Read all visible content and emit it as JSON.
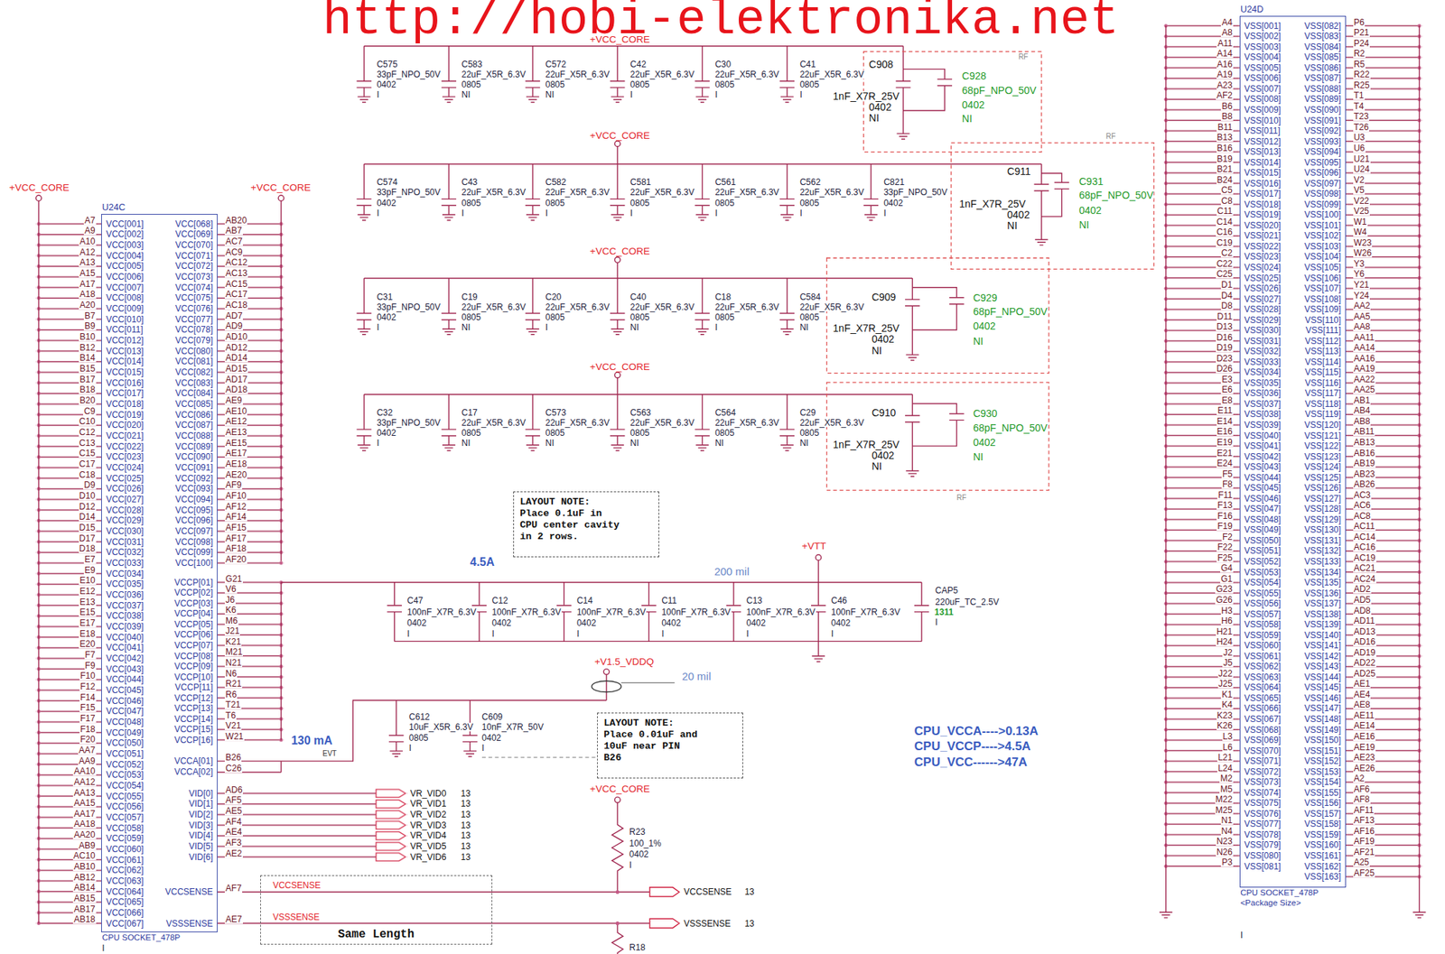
{
  "diagram": {
    "nodes": [
      {
        "text": [
          "U24C",
          "CPU SOCKET_478P"
        ]
      },
      {
        "text": [
          "U24D",
          "CPU SOCKET_478P",
          "<Package Size>"
        ]
      },
      {
        "text": [
          "LAYOUT NOTE:",
          "Place 0.1uF in CPU center cavity in 2 rows."
        ]
      },
      {
        "text": [
          "LAYOUT NOTE:",
          "Place 0.01uF and 10uF near PIN B26"
        ]
      },
      {
        "text": [
          "Same Length"
        ]
      }
    ],
    "labels": [
      "http://hobi-elektronika.net",
      "+VCC_CORE",
      "C575",
      "33pF_NPO_50V",
      "0402",
      "I",
      "C583",
      "22uF_X5R_6.3V",
      "0805",
      "NI",
      "C572",
      "22uF_X5R_6.3V",
      "0805",
      "NI",
      "C42",
      "22uF_X5R_6.3V",
      "0805",
      "I",
      "C30",
      "22uF_X5R_6.3V",
      "0805",
      "I",
      "C41",
      "22uF_X5R_6.3V",
      "0805",
      "I",
      "C908",
      "1nF_X7R_25V",
      "0402",
      "NI",
      "C928",
      "68pF_NPO_50V",
      "0402",
      "NI",
      "RF",
      "+VCC_CORE",
      "C574",
      "33pF_NPO_50V",
      "0402",
      "I",
      "C43",
      "22uF_X5R_6.3V",
      "0805",
      "I",
      "C582",
      "22uF_X5R_6.3V",
      "0805",
      "I",
      "C581",
      "22uF_X5R_6.3V",
      "0805",
      "I",
      "C561",
      "22uF_X5R_6.3V",
      "0805",
      "I",
      "C562",
      "22uF_X5R_6.3V",
      "0805",
      "I",
      "C821",
      "33pF_NPO_50V",
      "0402",
      "I",
      "C911",
      "1nF_X7R_25V",
      "0402",
      "NI",
      "C931",
      "68pF_NPO_50V",
      "0402",
      "NI",
      "RF",
      "+VCC_CORE",
      "C31",
      "33pF_NPO_50V",
      "0402",
      "I",
      "C19",
      "22uF_X5R_6.3V",
      "0805",
      "NI",
      "C20",
      "22uF_X5R_6.3V",
      "0805",
      "I",
      "C40",
      "22uF_X5R_6.3V",
      "0805",
      "NI",
      "C18",
      "22uF_X5R_6.3V",
      "0805",
      "I",
      "C584",
      "22uF_X5R_6.3V",
      "0805",
      "NI",
      "C909",
      "1nF_X7R_25V",
      "0402",
      "NI",
      "C929",
      "68pF_NPO_50V",
      "0402",
      "NI",
      "+VCC_CORE",
      "C32",
      "33pF_NPO_50V",
      "0402",
      "I",
      "C17",
      "22uF_X5R_6.3V",
      "0805",
      "NI",
      "C573",
      "22uF_X5R_6.3V",
      "0805",
      "NI",
      "C563",
      "22uF_X5R_6.3V",
      "0805",
      "NI",
      "C564",
      "22uF_X5R_6.3V",
      "0805",
      "NI",
      "C29",
      "22uF_X5R_6.3V",
      "0805",
      "NI",
      "C910",
      "1nF_X7R_25V",
      "0402",
      "NI",
      "C930",
      "68pF_NPO_50V",
      "0402",
      "NI",
      "RF",
      "4.5A",
      "+VTT",
      "200 mil",
      "C47",
      "100nF_X7R_6.3V",
      "0402",
      "I",
      "C12",
      "100nF_X7R_6.3V",
      "0402",
      "I",
      "C14",
      "100nF_X7R_6.3V",
      "0402",
      "I",
      "C11",
      "100nF_X7R_6.3V",
      "0402",
      "I",
      "C13",
      "100nF_X7R_6.3V",
      "0402",
      "I",
      "C46",
      "100nF_X7R_6.3V",
      "0402",
      "I",
      "CAP5",
      "220uF_TC_2.5V",
      "1311",
      "I",
      "+V1.5_VDDQ",
      "20 mil",
      "130 mA",
      "EVT",
      "C612",
      "10uF_X5R_6.3V",
      "0805",
      "I",
      "C609",
      "10nF_X7R_50V",
      "0402",
      "I",
      "+VCC_CORE",
      "+VCC_CORE",
      "A7",
      "VCC[001]",
      "A9",
      "VCC[002]",
      "A10",
      "VCC[003]",
      "A12",
      "VCC[004]",
      "A13",
      "VCC[005]",
      "A15",
      "VCC[006]",
      "A17",
      "VCC[007]",
      "A18",
      "VCC[008]",
      "A20",
      "VCC[009]",
      "B7",
      "VCC[010]",
      "B9",
      "VCC[011]",
      "B10",
      "VCC[012]",
      "B12",
      "VCC[013]",
      "B14",
      "VCC[014]",
      "B15",
      "VCC[015]",
      "B17",
      "VCC[016]",
      "B18",
      "VCC[017]",
      "B20",
      "VCC[018]",
      "C9",
      "VCC[019]",
      "C10",
      "VCC[020]",
      "C12",
      "VCC[021]",
      "C13",
      "VCC[022]",
      "C15",
      "VCC[023]",
      "C17",
      "VCC[024]",
      "C18",
      "VCC[025]",
      "D9",
      "VCC[026]",
      "D10",
      "VCC[027]",
      "D12",
      "VCC[028]",
      "D14",
      "VCC[029]",
      "D15",
      "VCC[030]",
      "D17",
      "VCC[031]",
      "D18",
      "VCC[032]",
      "E7",
      "VCC[033]",
      "E9",
      "VCC[034]",
      "E10",
      "VCC[035]",
      "E12",
      "VCC[036]",
      "E13",
      "VCC[037]",
      "E15",
      "VCC[038]",
      "E17",
      "VCC[039]",
      "E18",
      "VCC[040]",
      "E20",
      "VCC[041]",
      "F7",
      "VCC[042]",
      "F9",
      "VCC[043]",
      "F10",
      "VCC[044]",
      "F12",
      "VCC[045]",
      "F14",
      "VCC[046]",
      "F15",
      "VCC[047]",
      "F17",
      "VCC[048]",
      "F18",
      "VCC[049]",
      "F20",
      "VCC[050]",
      "AA7",
      "VCC[051]",
      "AA9",
      "VCC[052]",
      "AA10",
      "VCC[053]",
      "AA12",
      "VCC[054]",
      "AA13",
      "VCC[055]",
      "AA15",
      "VCC[056]",
      "AA17",
      "VCC[057]",
      "AA18",
      "VCC[058]",
      "AA20",
      "VCC[059]",
      "AB9",
      "VCC[060]",
      "AC10",
      "VCC[061]",
      "AB10",
      "VCC[062]",
      "AB12",
      "VCC[063]",
      "AB14",
      "VCC[064]",
      "AB15",
      "VCC[065]",
      "AB17",
      "VCC[066]",
      "AB18",
      "VCC[067]",
      "VCC[068]",
      "AB20",
      "VCC[069]",
      "AB7",
      "VCC[070]",
      "AC7",
      "VCC[071]",
      "AC9",
      "VCC[072]",
      "AC12",
      "VCC[073]",
      "AC13",
      "VCC[074]",
      "AC15",
      "VCC[075]",
      "AC17",
      "VCC[076]",
      "AC18",
      "VCC[077]",
      "AD7",
      "VCC[078]",
      "AD9",
      "VCC[079]",
      "AD10",
      "VCC[080]",
      "AD12",
      "VCC[081]",
      "AD14",
      "VCC[082]",
      "AD15",
      "VCC[083]",
      "AD17",
      "VCC[084]",
      "AD18",
      "VCC[085]",
      "AE9",
      "VCC[086]",
      "AE10",
      "VCC[087]",
      "AE12",
      "VCC[088]",
      "AE13",
      "VCC[089]",
      "AE15",
      "VCC[090]",
      "AE17",
      "VCC[091]",
      "AE18",
      "VCC[092]",
      "AE20",
      "VCC[093]",
      "AF9",
      "VCC[094]",
      "AF10",
      "VCC[095]",
      "AF12",
      "VCC[096]",
      "AF14",
      "VCC[097]",
      "AF15",
      "VCC[098]",
      "AF17",
      "VCC[099]",
      "AF18",
      "VCC[100]",
      "AF20",
      "VCCP[01]",
      "G21",
      "VCCP[02]",
      "V6",
      "VCCP[03]",
      "J6",
      "VCCP[04]",
      "K6",
      "VCCP[05]",
      "M6",
      "VCCP[06]",
      "J21",
      "VCCP[07]",
      "K21",
      "VCCP[08]",
      "M21",
      "VCCP[09]",
      "N21",
      "VCCP[10]",
      "N6",
      "VCCP[11]",
      "R21",
      "VCCP[12]",
      "R6",
      "VCCP[13]",
      "T21",
      "VCCP[14]",
      "T6",
      "VCCP[15]",
      "V21",
      "VCCP[16]",
      "W21",
      "VCCA[01]",
      "B26",
      "VCCA[02]",
      "C26",
      "VID[0]",
      "AD6",
      "VID[1]",
      "AF5",
      "VID[2]",
      "AE5",
      "VID[3]",
      "AF4",
      "VID[4]",
      "AE4",
      "VID[5]",
      "AF3",
      "VID[6]",
      "AE2",
      "VR_VID0",
      "13",
      "VR_VID1",
      "13",
      "VR_VID2",
      "13",
      "VR_VID3",
      "13",
      "VR_VID4",
      "13",
      "VR_VID5",
      "13",
      "VR_VID6",
      "13",
      "VCCSENSE",
      "AF7",
      "VSSSENSE",
      "AE7",
      "VCCSENSE",
      "VSSSENSE",
      "VCCSENSE",
      "13",
      "VSSSENSE",
      "13",
      "+VCC_CORE",
      "R23",
      "100_1%",
      "0402",
      "I",
      "R18",
      "I",
      "CPU_VCCA---->0.13A",
      "CPU_VCCP---->4.5A",
      "CPU_VCC------>47A",
      "A4",
      "VSS[001]",
      "A8",
      "VSS[002]",
      "A11",
      "VSS[003]",
      "A14",
      "VSS[004]",
      "A16",
      "VSS[005]",
      "A19",
      "VSS[006]",
      "A23",
      "VSS[007]",
      "AF2",
      "VSS[008]",
      "B6",
      "VSS[009]",
      "B8",
      "VSS[010]",
      "B11",
      "VSS[011]",
      "B13",
      "VSS[012]",
      "B16",
      "VSS[013]",
      "B19",
      "VSS[014]",
      "B21",
      "VSS[015]",
      "B24",
      "VSS[016]",
      "C5",
      "VSS[017]",
      "C8",
      "VSS[018]",
      "C11",
      "VSS[019]",
      "C14",
      "VSS[020]",
      "C16",
      "VSS[021]",
      "C19",
      "VSS[022]",
      "C2",
      "VSS[023]",
      "C22",
      "VSS[024]",
      "C25",
      "VSS[025]",
      "D1",
      "VSS[026]",
      "D4",
      "VSS[027]",
      "D8",
      "VSS[028]",
      "D11",
      "VSS[029]",
      "D13",
      "VSS[030]",
      "D16",
      "VSS[031]",
      "D19",
      "VSS[032]",
      "D23",
      "VSS[033]",
      "D26",
      "VSS[034]",
      "E3",
      "VSS[035]",
      "E6",
      "VSS[036]",
      "E8",
      "VSS[037]",
      "E11",
      "VSS[038]",
      "E14",
      "VSS[039]",
      "E16",
      "VSS[040]",
      "E19",
      "VSS[041]",
      "E21",
      "VSS[042]",
      "E24",
      "VSS[043]",
      "F5",
      "VSS[044]",
      "F8",
      "VSS[045]",
      "F11",
      "VSS[046]",
      "F13",
      "VSS[047]",
      "F16",
      "VSS[048]",
      "F19",
      "VSS[049]",
      "F2",
      "VSS[050]",
      "F22",
      "VSS[051]",
      "F25",
      "VSS[052]",
      "G4",
      "VSS[053]",
      "G1",
      "VSS[054]",
      "G23",
      "VSS[055]",
      "G26",
      "VSS[056]",
      "H3",
      "VSS[057]",
      "H6",
      "VSS[058]",
      "H21",
      "VSS[059]",
      "H24",
      "VSS[060]",
      "J2",
      "VSS[061]",
      "J5",
      "VSS[062]",
      "J22",
      "VSS[063]",
      "J25",
      "VSS[064]",
      "K1",
      "VSS[065]",
      "K4",
      "VSS[066]",
      "K23",
      "VSS[067]",
      "K26",
      "VSS[068]",
      "L3",
      "VSS[069]",
      "L6",
      "VSS[070]",
      "L21",
      "VSS[071]",
      "L24",
      "VSS[072]",
      "M2",
      "VSS[073]",
      "M5",
      "VSS[074]",
      "M22",
      "VSS[075]",
      "M25",
      "VSS[076]",
      "N1",
      "VSS[077]",
      "N4",
      "VSS[078]",
      "N23",
      "VSS[079]",
      "N26",
      "VSS[080]",
      "P3",
      "VSS[081]",
      "VSS[082]",
      "P6",
      "VSS[083]",
      "P21",
      "VSS[084]",
      "P24",
      "VSS[085]",
      "R2",
      "VSS[086]",
      "R5",
      "VSS[087]",
      "R22",
      "VSS[088]",
      "R25",
      "VSS[089]",
      "T1",
      "VSS[090]",
      "T4",
      "VSS[091]",
      "T23",
      "VSS[092]",
      "T26",
      "VSS[093]",
      "U3",
      "VSS[094]",
      "U6",
      "VSS[095]",
      "U21",
      "VSS[096]",
      "U24",
      "VSS[097]",
      "V2",
      "VSS[098]",
      "V5",
      "VSS[099]",
      "V22",
      "VSS[100]",
      "V25",
      "VSS[101]",
      "W1",
      "VSS[102]",
      "W4",
      "VSS[103]",
      "W23",
      "VSS[104]",
      "W26",
      "VSS[105]",
      "Y3",
      "VSS[106]",
      "Y6",
      "VSS[107]",
      "Y21",
      "VSS[108]",
      "Y24",
      "VSS[109]",
      "AA2",
      "VSS[110]",
      "AA5",
      "VSS[111]",
      "AA8",
      "VSS[112]",
      "AA11",
      "VSS[113]",
      "AA14",
      "VSS[114]",
      "AA16",
      "VSS[115]",
      "AA19",
      "VSS[116]",
      "AA22",
      "VSS[117]",
      "AA25",
      "VSS[118]",
      "AB1",
      "VSS[119]",
      "AB4",
      "VSS[120]",
      "AB8",
      "VSS[121]",
      "AB11",
      "VSS[122]",
      "AB13",
      "VSS[123]",
      "AB16",
      "VSS[124]",
      "AB19",
      "VSS[125]",
      "AB23",
      "VSS[126]",
      "AB26",
      "VSS[127]",
      "AC3",
      "VSS[128]",
      "AC6",
      "VSS[129]",
      "AC8",
      "VSS[130]",
      "AC11",
      "VSS[131]",
      "AC14",
      "VSS[132]",
      "AC16",
      "VSS[133]",
      "AC19",
      "VSS[134]",
      "AC21",
      "VSS[135]",
      "AC24",
      "VSS[136]",
      "AD2",
      "VSS[137]",
      "AD5",
      "VSS[138]",
      "AD8",
      "VSS[139]",
      "AD11",
      "VSS[140]",
      "AD13",
      "VSS[141]",
      "AD16",
      "VSS[142]",
      "AD19",
      "VSS[143]",
      "AD22",
      "VSS[144]",
      "AD25",
      "VSS[145]",
      "AE1",
      "VSS[146]",
      "AE4",
      "VSS[147]",
      "AE8",
      "VSS[148]",
      "AE11",
      "VSS[149]",
      "AE14",
      "VSS[150]",
      "AE16",
      "VSS[151]",
      "AE19",
      "VSS[152]",
      "AE23",
      "VSS[153]",
      "AE26",
      "VSS[154]",
      "A2",
      "VSS[155]",
      "AF6",
      "VSS[156]",
      "AF8",
      "VSS[157]",
      "AF11",
      "VSS[158]",
      "AF13",
      "VSS[159]",
      "AF16",
      "VSS[160]",
      "AF19",
      "VSS[161]",
      "AF21",
      "VSS[162]",
      "A25",
      "VSS[163]",
      "AF25",
      "I"
    ]
  }
}
